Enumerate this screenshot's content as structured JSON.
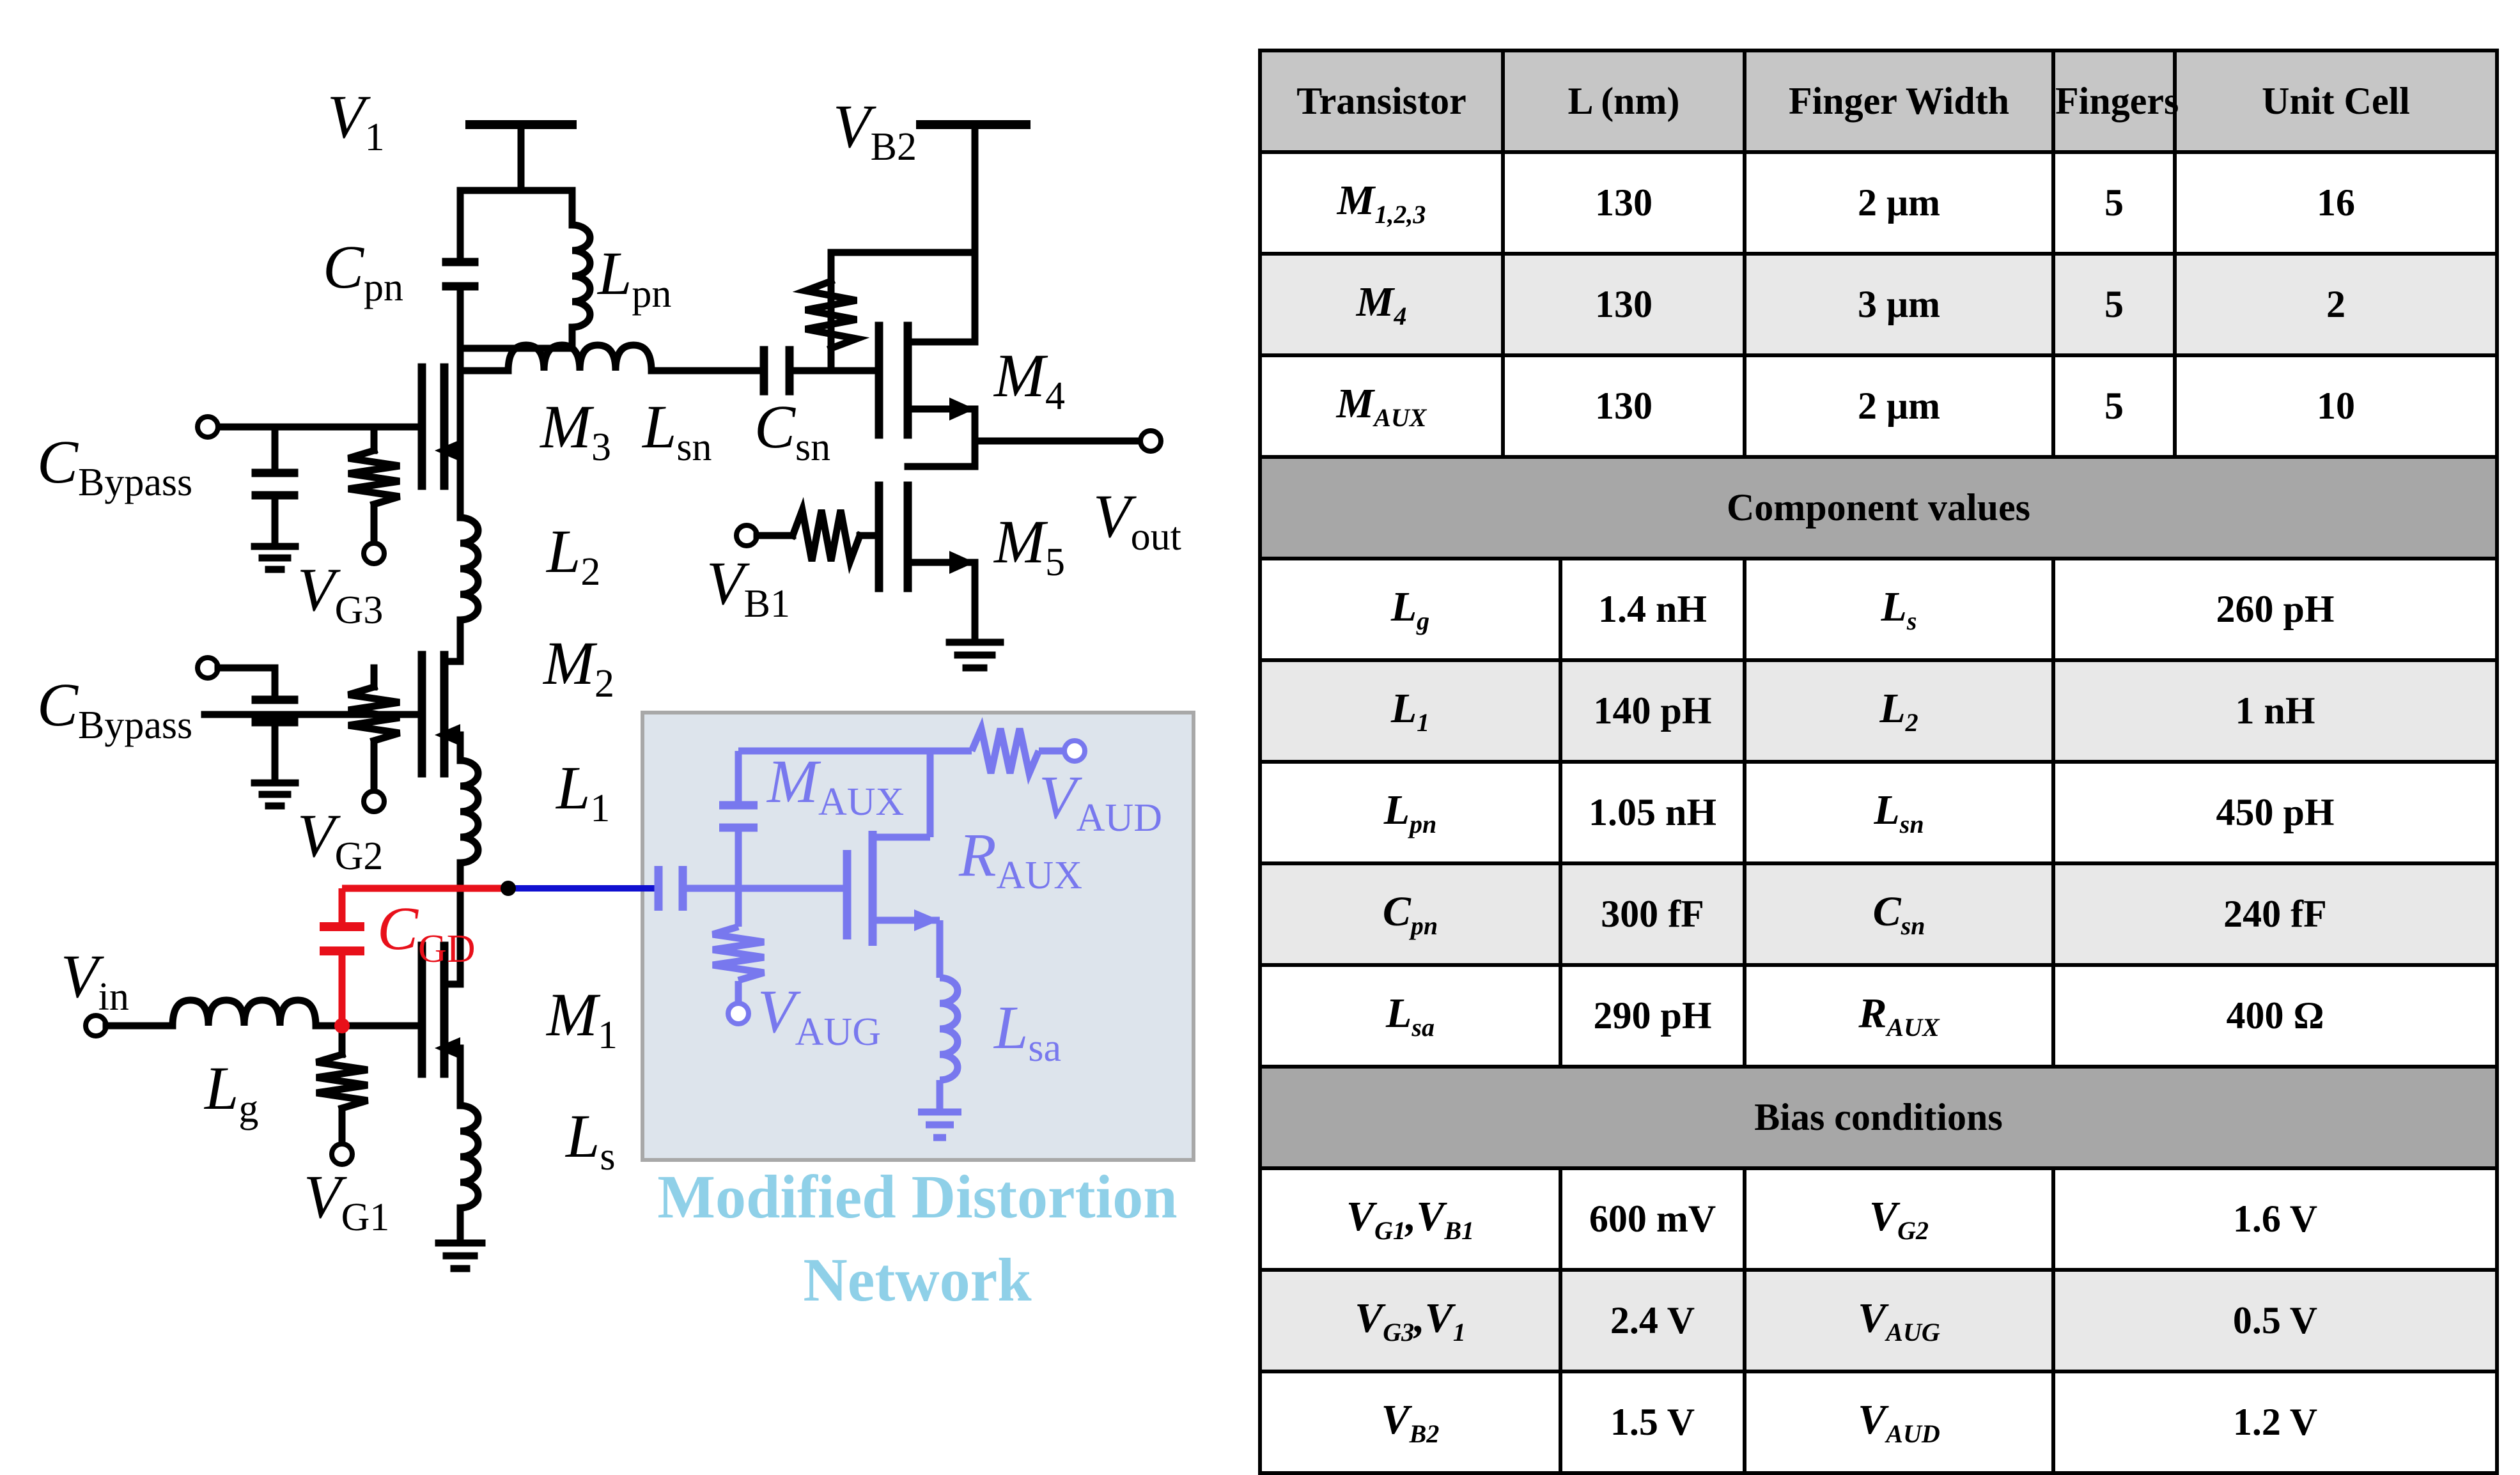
{
  "schematic": {
    "labels": {
      "v1": {
        "main": "V",
        "sub": "1"
      },
      "vb2": {
        "main": "V",
        "sub": "B2"
      },
      "cpn": {
        "main": "C",
        "sub": "pn"
      },
      "lpn": {
        "main": "L",
        "sub": "pn"
      },
      "m4": {
        "main": "M",
        "sub": "4"
      },
      "m3": {
        "main": "M",
        "sub": "3"
      },
      "lsn": {
        "main": "L",
        "sub": "sn"
      },
      "csn": {
        "main": "C",
        "sub": "sn"
      },
      "cbypass1": {
        "main": "C",
        "sub": "Bypass"
      },
      "cbypass2": {
        "main": "C",
        "sub": "Bypass"
      },
      "l2": {
        "main": "L",
        "sub": "2"
      },
      "vout": {
        "main": "V",
        "sub": "out"
      },
      "m5": {
        "main": "M",
        "sub": "5"
      },
      "vg3": {
        "main": "V",
        "sub": "G3"
      },
      "vb1": {
        "main": "V",
        "sub": "B1"
      },
      "m2": {
        "main": "M",
        "sub": "2"
      },
      "vg2": {
        "main": "V",
        "sub": "G2"
      },
      "l1": {
        "main": "L",
        "sub": "1"
      },
      "maux": {
        "main": "M",
        "sub": "AUX"
      },
      "vaud": {
        "main": "V",
        "sub": "AUD"
      },
      "raux": {
        "main": "R",
        "sub": "AUX"
      },
      "cgd": {
        "main": "C",
        "sub": "GD"
      },
      "vin": {
        "main": "V",
        "sub": "in"
      },
      "vaug": {
        "main": "V",
        "sub": "AUG"
      },
      "lsa": {
        "main": "L",
        "sub": "sa"
      },
      "m1": {
        "main": "M",
        "sub": "1"
      },
      "lg": {
        "main": "L",
        "sub": "g"
      },
      "ls": {
        "main": "L",
        "sub": "s"
      },
      "vg1": {
        "main": "V",
        "sub": "G1"
      }
    },
    "network_caption": [
      "Modified Distortion",
      "Network"
    ],
    "colors": {
      "wire": "#000000",
      "feedback": "#e8101a",
      "link": "#1010d0",
      "aux": "#7878ee",
      "aux_box_fill": "#dde4ec",
      "aux_box_border": "#a8a8a8",
      "caption": "#8fd0e8"
    }
  },
  "table": {
    "header": [
      "Transistor",
      "L (nm)",
      "Finger Width",
      "Fingers",
      "Unit Cell"
    ],
    "transistors": [
      {
        "name": "M",
        "sub": "1,2,3",
        "l": "130",
        "width": "2 μm",
        "fingers": "5",
        "unit": "16"
      },
      {
        "name": "M",
        "sub": "4",
        "l": "130",
        "width": "3 μm",
        "fingers": "5",
        "unit": "2"
      },
      {
        "name": "M",
        "sub": "AUX",
        "l": "130",
        "width": "2 μm",
        "fingers": "5",
        "unit": "10"
      }
    ],
    "components_title": "Component values",
    "components": [
      {
        "s1": "L",
        "b1": "g",
        "v1": "1.4 nH",
        "s2": "L",
        "b2": "s",
        "v2": "260 pH"
      },
      {
        "s1": "L",
        "b1": "1",
        "v1": "140 pH",
        "s2": "L",
        "b2": "2",
        "v2": "1 nH"
      },
      {
        "s1": "L",
        "b1": "pn",
        "v1": "1.05 nH",
        "s2": "L",
        "b2": "sn",
        "v2": "450 pH"
      },
      {
        "s1": "C",
        "b1": "pn",
        "v1": "300 fF",
        "s2": "C",
        "b2": "sn",
        "v2": "240 fF"
      },
      {
        "s1": "L",
        "b1": "sa",
        "v1": "290 pH",
        "s2": "R",
        "b2": "AUX",
        "v2": "400 Ω"
      }
    ],
    "bias_title": "Bias conditions",
    "bias": [
      {
        "s1a": "V",
        "b1a": "G1",
        "s1b": "V",
        "b1b": "B1",
        "v1": "600 mV",
        "s2": "V",
        "b2": "G2",
        "v2": "1.6 V"
      },
      {
        "s1a": "V",
        "b1a": "G3",
        "s1b": "V",
        "b1b": "1",
        "v1": "2.4 V",
        "s2": "V",
        "b2": "AUG",
        "v2": "0.5 V"
      },
      {
        "s1a": "V",
        "b1a": "B2",
        "s1b": "",
        "b1b": "",
        "v1": "1.5 V",
        "s2": "V",
        "b2": "AUD",
        "v2": "1.2 V"
      }
    ]
  }
}
